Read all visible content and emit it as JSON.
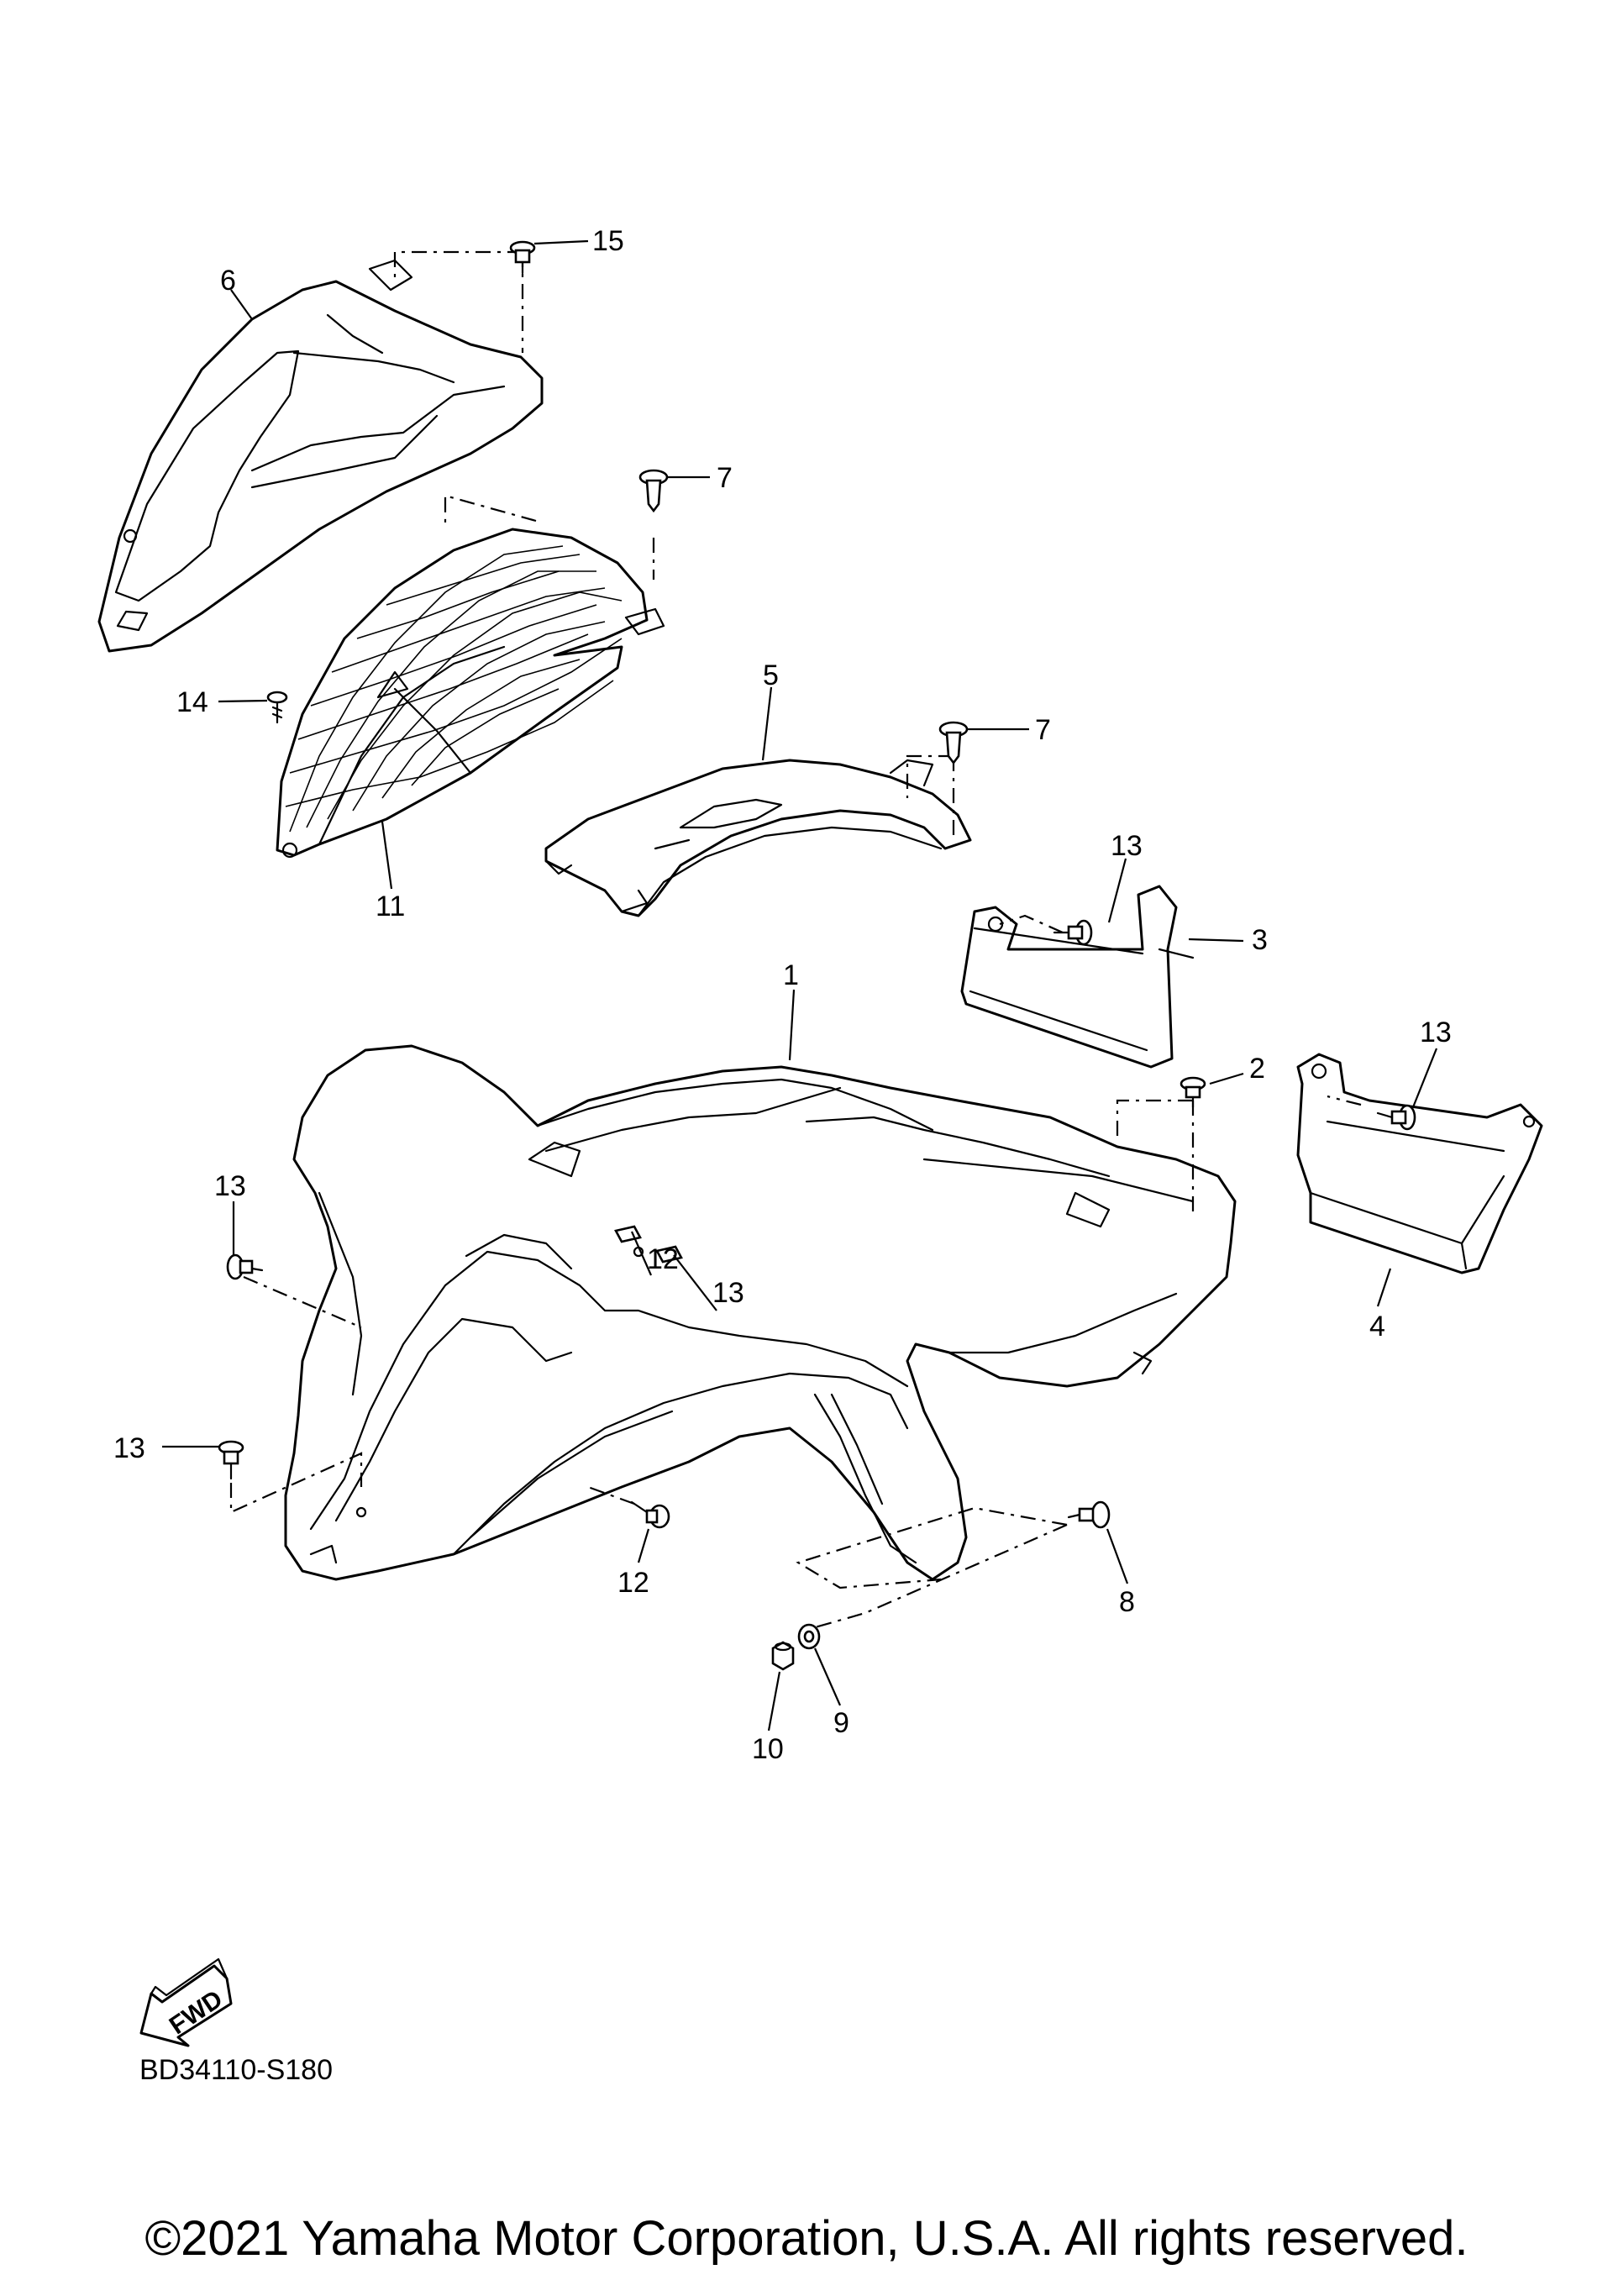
{
  "callouts": [
    {
      "id": "c1",
      "label": "1"
    },
    {
      "id": "c2",
      "label": "2"
    },
    {
      "id": "c3",
      "label": "3"
    },
    {
      "id": "c4",
      "label": "4"
    },
    {
      "id": "c5",
      "label": "5"
    },
    {
      "id": "c6",
      "label": "6"
    },
    {
      "id": "c7a",
      "label": "7"
    },
    {
      "id": "c7b",
      "label": "7"
    },
    {
      "id": "c8",
      "label": "8"
    },
    {
      "id": "c9",
      "label": "9"
    },
    {
      "id": "c10",
      "label": "10"
    },
    {
      "id": "c11",
      "label": "11"
    },
    {
      "id": "c12a",
      "label": "12"
    },
    {
      "id": "c12b",
      "label": "12"
    },
    {
      "id": "c13a",
      "label": "13"
    },
    {
      "id": "c13b",
      "label": "13"
    },
    {
      "id": "c13c",
      "label": "13"
    },
    {
      "id": "c13d",
      "label": "13"
    },
    {
      "id": "c13e",
      "label": "13"
    },
    {
      "id": "c14",
      "label": "14"
    },
    {
      "id": "c15",
      "label": "15"
    }
  ],
  "fwd_arrow": {
    "label": "FWD"
  },
  "drawing_code": "BD34110-S180",
  "copyright": "©2021 Yamaha Motor Corporation, U.S.A. All rights reserved."
}
